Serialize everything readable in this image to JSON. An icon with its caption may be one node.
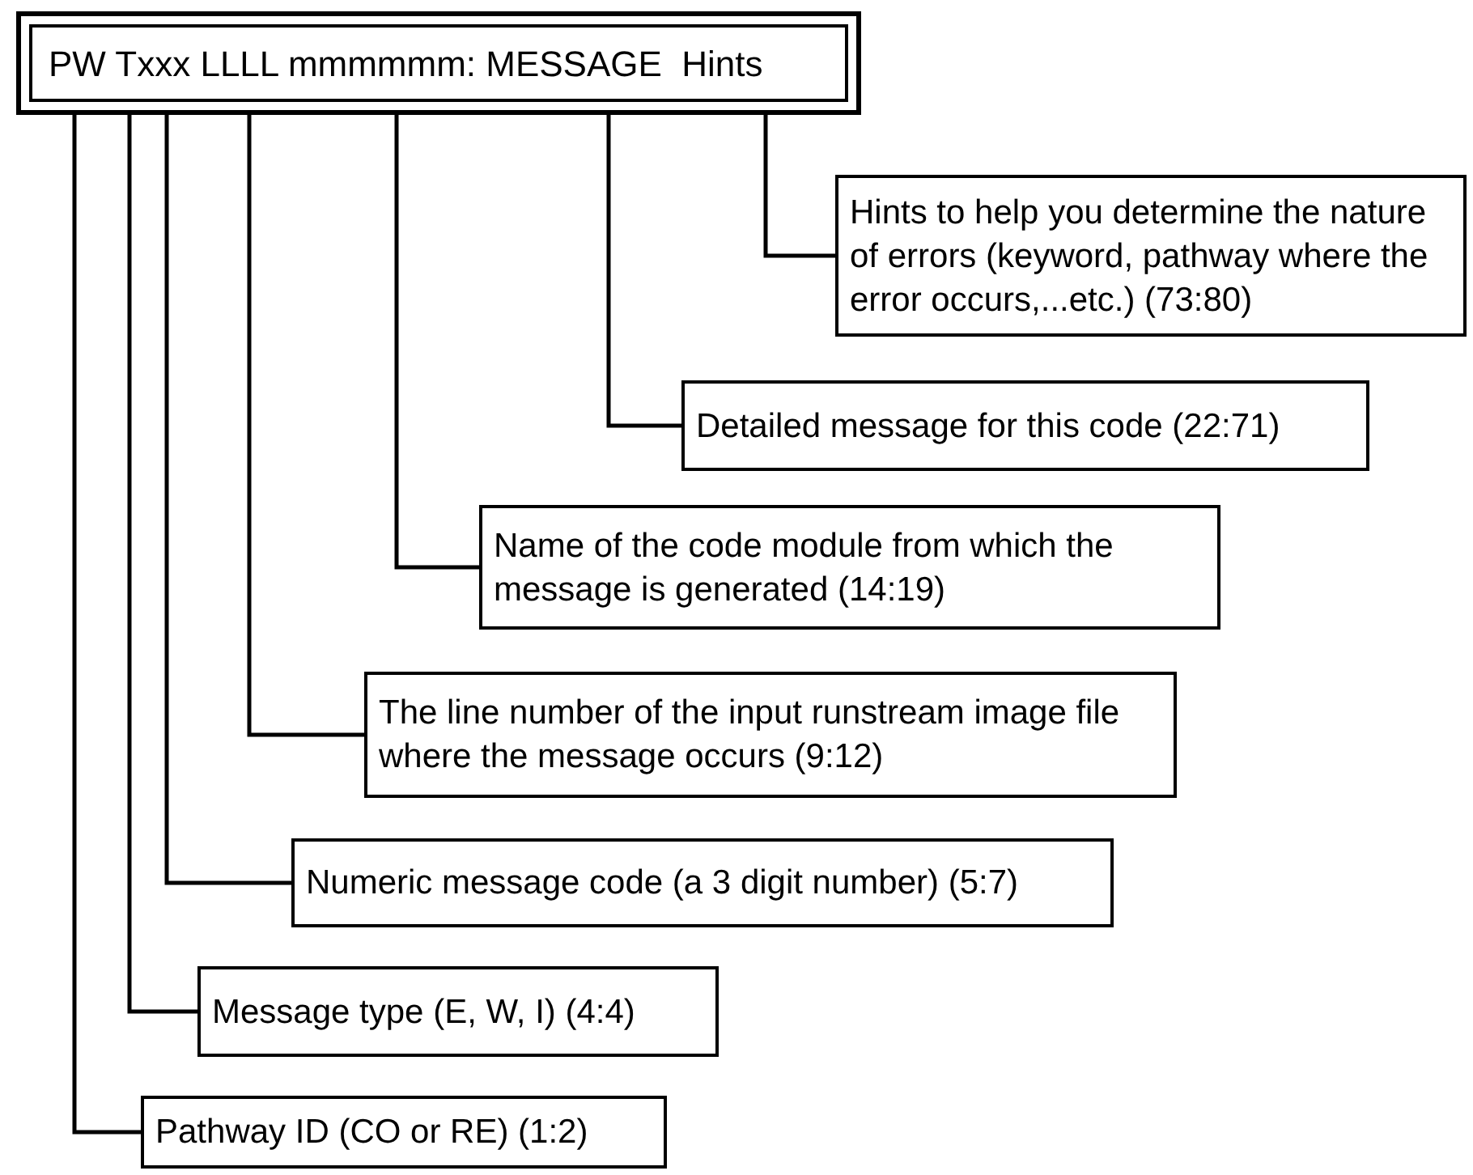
{
  "diagram": {
    "nodes": [
      {
        "text": [
          "PW Txxx LLLL mmmmmm: MESSAGE  Hints"
        ]
      },
      {
        "text": [
          "Hints to help you determine the nature of errors (keyword, pathway where the error occurs,...etc.) (73:80)"
        ]
      },
      {
        "text": [
          "Detailed message for this code (22:71)"
        ]
      },
      {
        "text": [
          "Name of the code module from which the message is generated (14:19)"
        ]
      },
      {
        "text": [
          "The line number of the input runstream image file where the message occurs (9:12)"
        ]
      },
      {
        "text": [
          "Numeric message code (a 3 digit number) (5:7)"
        ]
      },
      {
        "text": [
          "Message type (E, W, I) (4:4)"
        ]
      },
      {
        "text": [
          "Pathway ID (CO or RE) (1:2)"
        ]
      }
    ],
    "edges": [
      {
        "from": 0,
        "to": 1,
        "arrow": "none"
      },
      {
        "from": 0,
        "to": 2,
        "arrow": "none"
      },
      {
        "from": 0,
        "to": 3,
        "arrow": "none"
      },
      {
        "from": 0,
        "to": 4,
        "arrow": "none"
      },
      {
        "from": 0,
        "to": 5,
        "arrow": "none"
      },
      {
        "from": 0,
        "to": 6,
        "arrow": "none"
      },
      {
        "from": 0,
        "to": 7,
        "arrow": "none"
      }
    ]
  }
}
